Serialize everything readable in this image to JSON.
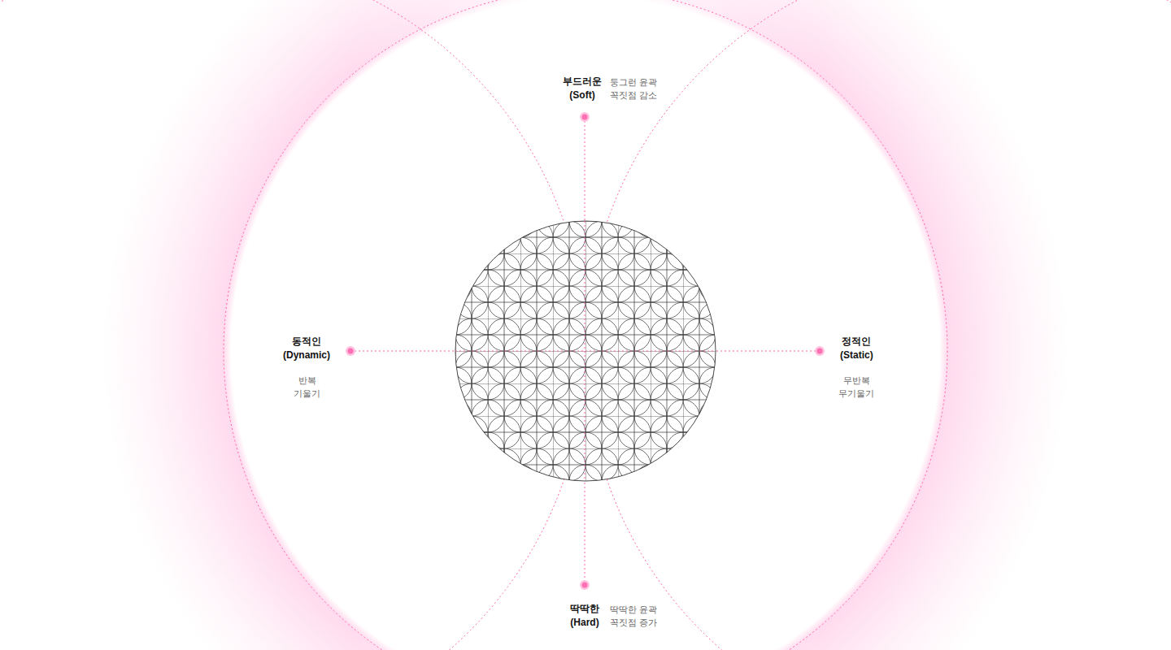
{
  "diagram": {
    "labels": [
      "부드러운 (Soft)",
      "둥그런 윤곽 꼭짓점 감소",
      "동적인 (Dynamic)",
      "반복 기울기",
      "정적인 (Static)",
      "무반복 무기울기",
      "딱딱한 (Hard)",
      "딱딱한 윤곽 꼭짓점 증가"
    ]
  }
}
